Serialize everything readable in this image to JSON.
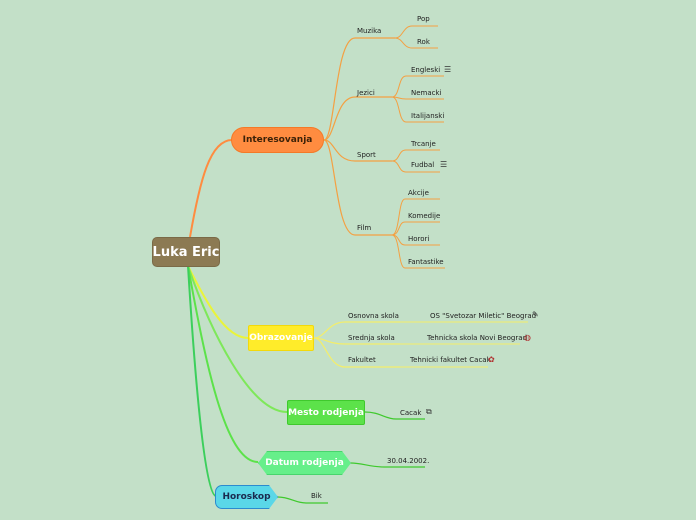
{
  "root": {
    "label": "Luka Eric"
  },
  "branches": {
    "interesovanja": {
      "label": "Interesovanja",
      "muzika": {
        "label": "Muzika",
        "items": [
          "Pop",
          "Rok"
        ]
      },
      "jezici": {
        "label": "Jezici",
        "items": [
          "Engleski",
          "Nemacki",
          "Italijanski"
        ]
      },
      "sport": {
        "label": "Sport",
        "items": [
          "Trcanje",
          "Fudbal"
        ]
      },
      "film": {
        "label": "Film",
        "items": [
          "Akcije",
          "Komedije",
          "Horori",
          "Fantastike"
        ]
      }
    },
    "obrazovanje": {
      "label": "Obrazovanje",
      "osnovna": {
        "label": "Osnovna skola",
        "value": "OS \"Svetozar Miletic\" Beograd"
      },
      "srednja": {
        "label": "Srednja skola",
        "value": "Tehnicka skola Novi Beograd"
      },
      "fakultet": {
        "label": "Fakultet",
        "value": "Tehnicki fakultet Cacak"
      }
    },
    "mesto": {
      "label": "Mesto rodjenja",
      "value": "Cacak"
    },
    "datum": {
      "label": "Datum rodjenja",
      "value": "30.04.2002."
    },
    "horoskop": {
      "label": "Horoskop",
      "value": "Bik"
    }
  },
  "icons": {
    "notes": "notes-icon",
    "external_link": "external-link-icon",
    "pencil_paper": "pencil-paper-icon",
    "globe": "globe-icon",
    "badge": "badge-icon"
  },
  "colors": {
    "background": "#c3e0c8",
    "root": "#8c7a53",
    "interesovanja": "#ff8c40",
    "obrazovanje": "#ffec2a",
    "mesto": "#5ce24a",
    "datum": "#66ef8a",
    "horoskop": "#5ad7e8"
  }
}
